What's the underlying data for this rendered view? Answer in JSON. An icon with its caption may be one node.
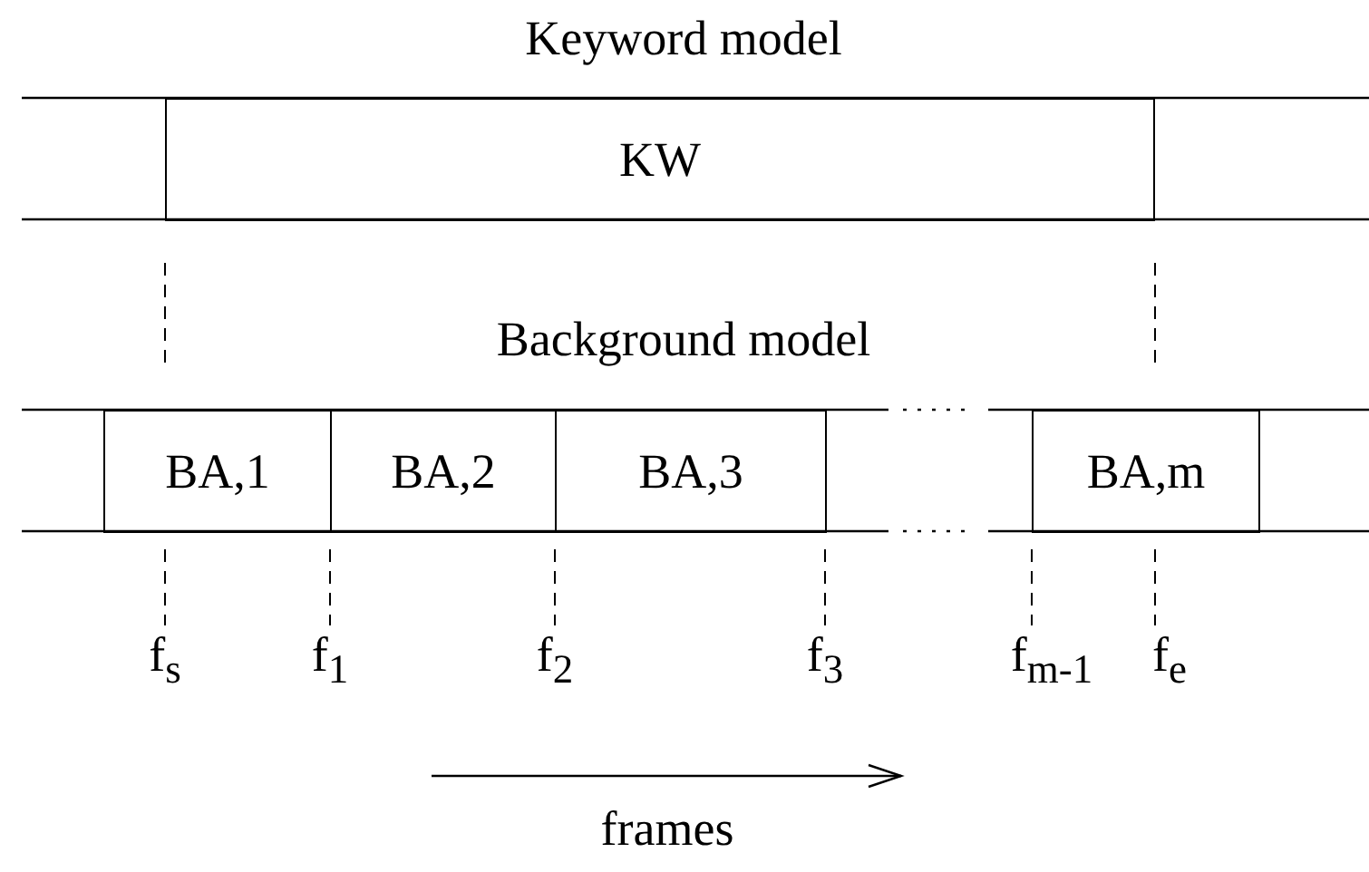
{
  "diagram": {
    "nodes": [
      {
        "text": [
          "KW"
        ]
      },
      {
        "text": [
          "BA,1"
        ]
      },
      {
        "text": [
          "BA,2"
        ]
      },
      {
        "text": [
          "BA,3"
        ]
      },
      {
        "text": [
          "BA,m"
        ]
      }
    ],
    "labels": [
      "Keyword model",
      "Background model",
      "f$_{s}$",
      "f$_{1}$",
      "f$_{2}$",
      "f$_{3}$",
      "f$_{m-1}$",
      "f$_{e}$",
      "frames"
    ]
  }
}
